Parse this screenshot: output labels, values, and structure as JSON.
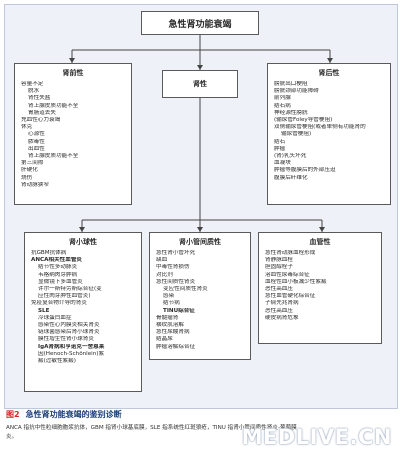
{
  "title": "急性肾功能衰竭",
  "level1": [
    {
      "header": "肾前性",
      "items": [
        {
          "t": "容量不足",
          "s": 0
        },
        {
          "t": "脱水",
          "s": 1
        },
        {
          "t": "肾性失盐",
          "s": 1
        },
        {
          "t": "肾上腺皮质功能不全",
          "s": 1
        },
        {
          "t": "胃肠道丢失",
          "s": 1
        },
        {
          "t": "充血性心力衰竭",
          "s": 0
        },
        {
          "t": "休克",
          "s": 0
        },
        {
          "t": "心源性",
          "s": 1
        },
        {
          "t": "脓毒性",
          "s": 1
        },
        {
          "t": "出血性",
          "s": 1
        },
        {
          "t": "肾上腺皮质功能不全",
          "s": 1
        },
        {
          "t": "第三间隙",
          "s": 0
        },
        {
          "t": "肝硬化",
          "s": 0
        },
        {
          "t": "烧伤",
          "s": 0
        },
        {
          "t": "肾动脉狭窄",
          "s": 0
        }
      ]
    },
    {
      "header": "肾性",
      "items": []
    },
    {
      "header": "肾后性",
      "items": [
        {
          "t": "膀胱出口梗阻",
          "s": 0
        },
        {
          "t": "膀胱颈部功能障碍",
          "s": 0
        },
        {
          "t": "前列腺",
          "s": 0
        },
        {
          "t": "结石病",
          "s": 0
        },
        {
          "t": "神经源性膀胱",
          "s": 0
        },
        {
          "t": "(输尿管Foley导管梗阻)",
          "s": 0
        },
        {
          "t": "双侧输尿管梗阻(或者单侧有功能肾的",
          "s": 0
        },
        {
          "t": "输尿管梗阻)",
          "s": 1
        },
        {
          "t": "结石",
          "s": 0
        },
        {
          "t": "肿瘤",
          "s": 0
        },
        {
          "t": "(肾)乳头坏死",
          "s": 0
        },
        {
          "t": "血凝块",
          "s": 0
        },
        {
          "t": "肿瘤等腹膜后的外部压迫",
          "s": 0
        },
        {
          "t": "腹膜后纤维化",
          "s": 0
        }
      ]
    }
  ],
  "level2": [
    {
      "header": "肾小球性",
      "items": [
        {
          "t": "抗GBM抗体病",
          "s": 0
        },
        {
          "t": "ANCA相关性血管炎",
          "s": 0,
          "b": true
        },
        {
          "t": "结节性多动脉炎",
          "s": 1
        },
        {
          "t": "韦格纳肉芽肿病",
          "s": 1
        },
        {
          "t": "显微镜下多血管炎",
          "s": 1
        },
        {
          "t": "许尔一斯特劳斯综合征(变",
          "s": 1
        },
        {
          "t": "应性肉芽肿性血管炎)",
          "s": 1
        },
        {
          "t": "免疫复合物介导的肾炎",
          "s": 0
        },
        {
          "t": "SLE",
          "s": 1,
          "b": true
        },
        {
          "t": "冷球蛋白血症",
          "s": 1
        },
        {
          "t": "感染性心内膜炎相关肾炎",
          "s": 1
        },
        {
          "t": "链球菌感染后肾小球肾炎",
          "s": 1
        },
        {
          "t": "膜性增生性肾小球肾炎",
          "s": 1
        },
        {
          "t": "IgA肾病和亨诺克一舍恩莱",
          "s": 1,
          "b": true
        },
        {
          "t": "因(Henoch-Schönlein)紫",
          "s": 1
        },
        {
          "t": "癜(过敏性紫癜)",
          "s": 1
        }
      ]
    },
    {
      "header": "肾小管间质性",
      "items": [
        {
          "t": "急性肾小管坏死",
          "s": 0
        },
        {
          "t": "缺血",
          "s": 0
        },
        {
          "t": "中毒性肾损伤",
          "s": 0
        },
        {
          "t": "对比剂",
          "s": 0
        },
        {
          "t": "急性间质性肾炎",
          "s": 0
        },
        {
          "t": "变应性间质性肾炎",
          "s": 1
        },
        {
          "t": "感染",
          "s": 1
        },
        {
          "t": "结节病",
          "s": 1
        },
        {
          "t": "TINU综合征",
          "s": 1,
          "b": true
        },
        {
          "t": "骨髓瘤肾",
          "s": 0
        },
        {
          "t": "横纹肌溶解",
          "s": 0
        },
        {
          "t": "急性尿酸肾病",
          "s": 0
        },
        {
          "t": "结晶尿",
          "s": 0
        },
        {
          "t": "肿瘤溶解综合征",
          "s": 0
        }
      ]
    },
    {
      "header": "血管性",
      "items": [
        {
          "t": "急性肾动脉血栓形成",
          "s": 0
        },
        {
          "t": "肾静脉血栓",
          "s": 0
        },
        {
          "t": "胆固醇栓子",
          "s": 0
        },
        {
          "t": "溶血性尿毒综合征",
          "s": 0
        },
        {
          "t": "血栓性血小板减少性紫癜",
          "s": 0
        },
        {
          "t": "恶性高血压",
          "s": 0
        },
        {
          "t": "急性血管硬化综合征",
          "s": 0
        },
        {
          "t": "子痫先兆肾病",
          "s": 0
        },
        {
          "t": "恶性高血压",
          "s": 0
        },
        {
          "t": "硬皮病肾危象",
          "s": 0
        }
      ]
    }
  ],
  "caption": {
    "number": "图2",
    "text": "急性肾功能衰竭的鉴别诊断"
  },
  "note": "ANCA 指抗中性粒细胞胞浆抗体，GBM 指肾小球基底膜，SLE 指系统性红斑狼疮，TINU 指肾小管间质性肾炎-葡萄膜炎。",
  "watermark": "MEDLIVE.CN"
}
